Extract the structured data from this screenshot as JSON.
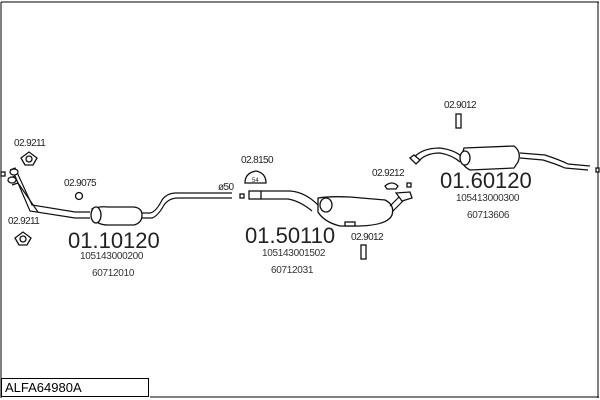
{
  "reference": "ALFA64980A",
  "parts": {
    "front_pipe": {
      "number": "01.10120",
      "oem1": "105143000200",
      "oem2": "60712010"
    },
    "middle_silencer": {
      "number": "01.50110",
      "oem1": "105143001502",
      "oem2": "60712031"
    },
    "rear_silencer": {
      "number": "01.60120",
      "oem1": "105413000300",
      "oem2": "60713606"
    }
  },
  "accessories": {
    "gasket_top": "02.9211",
    "gasket_bottom": "02.9211",
    "bolt": "02.9075",
    "clamp": "02.8150",
    "clamp_size": "54",
    "mount_round": "02.9212",
    "bracket_mid": "02.9012",
    "bracket_rear": "02.9012"
  },
  "diameter_label": "ø50"
}
